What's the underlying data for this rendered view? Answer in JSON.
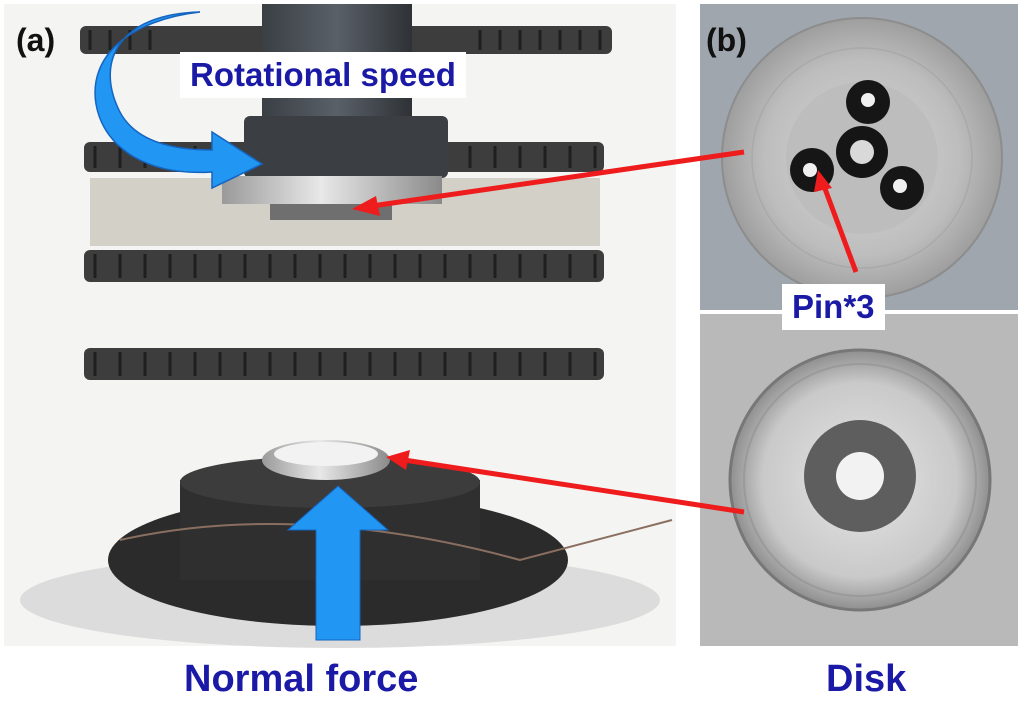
{
  "labels": {
    "panel_a": "(a)",
    "panel_b": "(b)",
    "rotational_speed": "Rotational speed",
    "pin_count": "Pin*3",
    "normal_force": "Normal force",
    "disk": "Disk"
  },
  "colors": {
    "label_blue": "#1a1aa6",
    "arrow_blue": "#2196f3",
    "pointer_red": "#ee1c1c",
    "panel_tag": "#111111"
  },
  "icons": {
    "rotation_arrow": "curved-rotation-arrow",
    "force_arrow": "up-arrow",
    "pointer": "red-pointer-arrow"
  }
}
